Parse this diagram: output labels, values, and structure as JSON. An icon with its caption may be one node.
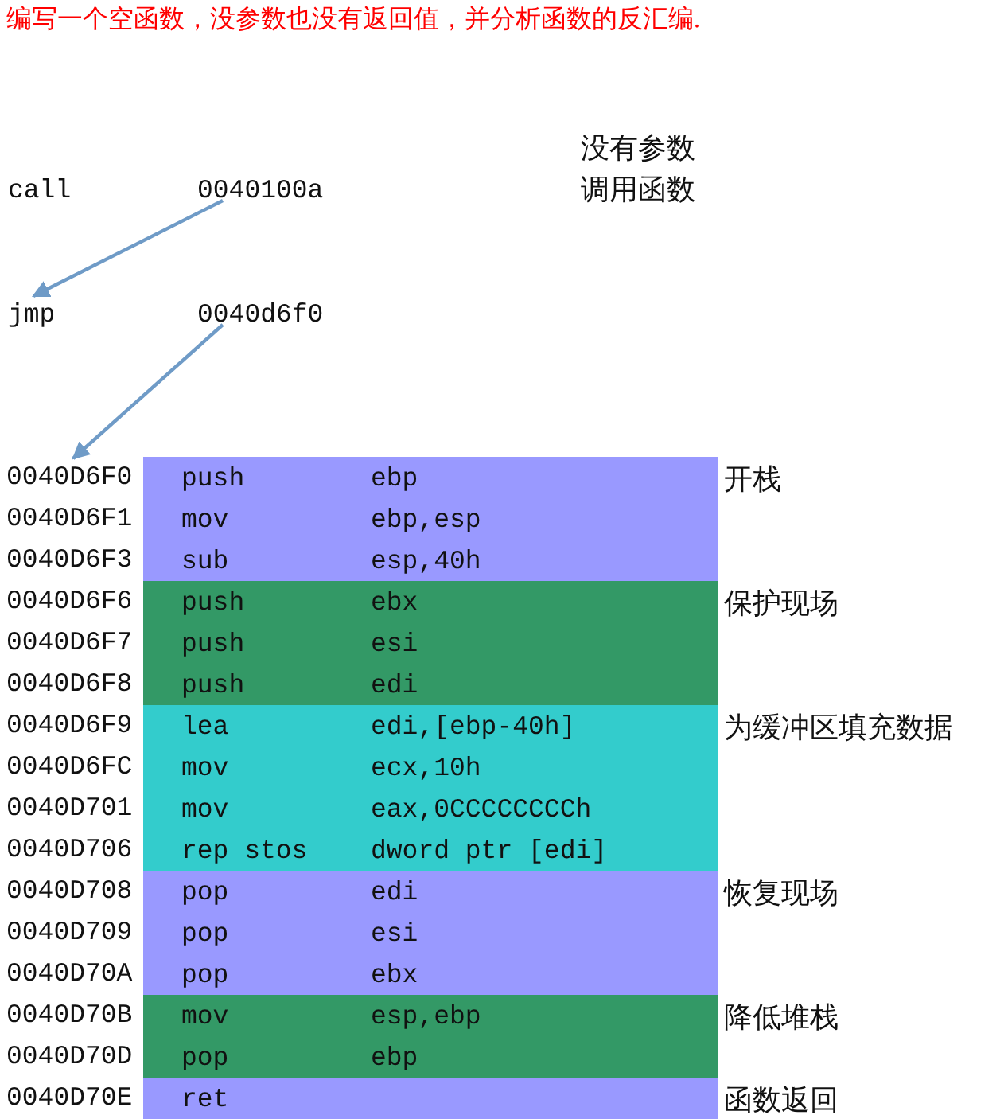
{
  "diagram": {
    "title": "编写一个空函数，没参数也没有返回值，并分析函数的反汇编.",
    "nodes": [
      {
        "text": [
          "0040100a"
        ]
      },
      {
        "text": [
          "jmp"
        ]
      },
      {
        "text": [
          "0040d6f0"
        ]
      },
      {
        "text": [
          "0040D6F0"
        ]
      },
      {
        "text": [
          "push",
          "ebp",
          "mov",
          "ebp,esp",
          "sub",
          "esp,40h"
        ],
        "beside": [
          "开栈"
        ]
      },
      {
        "text": [
          "push",
          "ebx",
          "push",
          "esi",
          "push",
          "edi"
        ],
        "beside": [
          "保护现场"
        ]
      },
      {
        "text": [
          "lea",
          "edi,[ebp-40h]",
          "mov",
          "ecx,10h",
          "mov",
          "eax,0CCCCCCCCh",
          "rep stos",
          "dword ptr [edi]"
        ],
        "beside": [
          "为缓冲区填充数据"
        ]
      },
      {
        "text": [
          "pop",
          "edi",
          "pop",
          "esi",
          "pop",
          "ebx"
        ],
        "beside": [
          "恢复现场"
        ]
      },
      {
        "text": [
          "mov",
          "esp,ebp",
          "pop",
          "ebp"
        ],
        "beside": [
          "降低堆栈"
        ]
      },
      {
        "text": [
          "ret"
        ],
        "beside": [
          "函数返回"
        ]
      }
    ],
    "edges": [
      {
        "from": 0,
        "to": 1,
        "arrow": "to"
      },
      {
        "from": 2,
        "to": 3,
        "arrow": "to"
      }
    ],
    "labels": [
      "call",
      "没有参数调用函数",
      "0040D6F1",
      "0040D6F3",
      "0040D6F6",
      "0040D6F7",
      "0040D6F8",
      "0040D6F9",
      "0040D6FC",
      "0040D701",
      "0040D706",
      "0040D708",
      "0040D709",
      "0040D70A",
      "0040D70B",
      "0040D70D",
      "0040D70E"
    ]
  }
}
